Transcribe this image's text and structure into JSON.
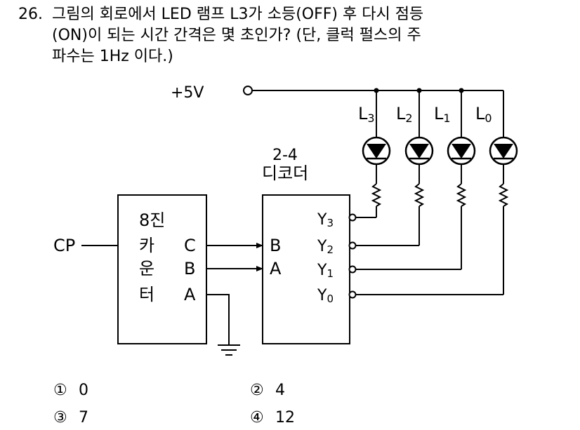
{
  "question": {
    "number": "26.",
    "line1": "그림의 회로에서 LED 램프 L3가 소등(OFF) 후 다시 점등",
    "line2": "(ON)이 되는 시간 간격은 몇 초인가? (단, 클럭 펄스의 주",
    "line3": "파수는 1Hz 이다.)"
  },
  "circuit": {
    "supply": "+5V",
    "lamps": [
      {
        "label": "L",
        "sub": "3"
      },
      {
        "label": "L",
        "sub": "2"
      },
      {
        "label": "L",
        "sub": "1"
      },
      {
        "label": "L",
        "sub": "0"
      }
    ],
    "decoder_title_1": "2-4",
    "decoder_title_2": "디코더",
    "counter_title": "8진",
    "counter_chars": [
      "카",
      "운",
      "터"
    ],
    "counter_outputs": [
      "C",
      "B",
      "A"
    ],
    "decoder_inputs": [
      "B",
      "A"
    ],
    "decoder_outputs": [
      {
        "label": "Y",
        "sub": "3"
      },
      {
        "label": "Y",
        "sub": "2"
      },
      {
        "label": "Y",
        "sub": "1"
      },
      {
        "label": "Y",
        "sub": "0"
      }
    ],
    "clock_label": "CP"
  },
  "choices": [
    {
      "mark": "①",
      "value": "0"
    },
    {
      "mark": "②",
      "value": "4"
    },
    {
      "mark": "③",
      "value": "7"
    },
    {
      "mark": "④",
      "value": "12"
    }
  ]
}
